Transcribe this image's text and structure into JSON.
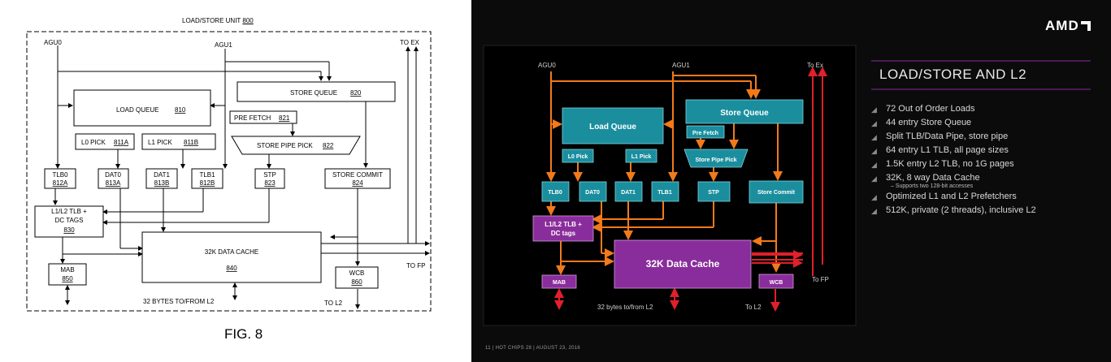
{
  "patent": {
    "title": "LOAD/STORE UNIT",
    "title_ref": "800",
    "figure": "FIG. 8",
    "agu0": "AGU0",
    "agu1": "AGU1",
    "to_ex": "TO EX",
    "to_fp": "TO FP",
    "to_l2": "TO L2",
    "bytes": "32 BYTES TO/FROM L2",
    "load_queue": {
      "label": "LOAD QUEUE",
      "ref": "810"
    },
    "store_queue": {
      "label": "STORE QUEUE",
      "ref": "820"
    },
    "prefetch": {
      "label": "PRE FETCH",
      "ref": "821"
    },
    "store_pipe_pick": {
      "label": "STORE PIPE PICK",
      "ref": "822"
    },
    "l0_pick": {
      "label": "L0 PICK",
      "ref": "811A"
    },
    "l1_pick": {
      "label": "L1 PICK",
      "ref": "811B"
    },
    "tlb0": {
      "label": "TLB0",
      "ref": "812A"
    },
    "dat0": {
      "label": "DAT0",
      "ref": "813A"
    },
    "dat1": {
      "label": "DAT1",
      "ref": "813B"
    },
    "tlb1": {
      "label": "TLB1",
      "ref": "812B"
    },
    "stp": {
      "label": "STP",
      "ref": "823"
    },
    "store_commit": {
      "label": "STORE COMMIT",
      "ref": "824"
    },
    "l1l2": {
      "line1": "L1/L2 TLB +",
      "line2": "DC TAGS",
      "ref": "830"
    },
    "data_cache": {
      "label": "32K DATA CACHE",
      "ref": "840"
    },
    "mab": {
      "label": "MAB",
      "ref": "850"
    },
    "wcb": {
      "label": "WCB",
      "ref": "860"
    }
  },
  "slide": {
    "agu0": "AGU0",
    "agu1": "AGU1",
    "to_ex": "To Ex",
    "to_fp": "To FP",
    "to_l2": "To L2",
    "bytes": "32 bytes to/from L2",
    "load_queue": "Load Queue",
    "store_queue": "Store Queue",
    "prefetch": "Pre Fetch",
    "store_pipe_pick": "Store Pipe Pick",
    "l0_pick": "L0 Pick",
    "l1_pick": "L1 Pick",
    "tlb0": "TLB0",
    "dat0": "DAT0",
    "dat1": "DAT1",
    "tlb1": "TLB1",
    "stp": "STP",
    "store_commit": "Store Commit",
    "l1l2_line1": "L1/L2 TLB +",
    "l1l2_line2": "DC tags",
    "data_cache": "32K Data Cache",
    "mab": "MAB",
    "wcb": "WCB",
    "title": "LOAD/STORE AND L2",
    "logo": "AMD",
    "footer": "11  |  HOT CHIPS 28  |  AUGUST 23, 2016",
    "bullets": [
      {
        "text": "72 Out of Order Loads"
      },
      {
        "text": "44 entry Store Queue"
      },
      {
        "text": "Split TLB/Data Pipe, store pipe"
      },
      {
        "text": "64 entry L1 TLB, all page sizes"
      },
      {
        "text": "1.5K entry L2 TLB, no 1G pages"
      },
      {
        "text": "32K, 8 way Data Cache",
        "sub": "Supports two 128-bit accesses"
      },
      {
        "text": "Optimized L1 and L2 Prefetchers"
      },
      {
        "text": "512K, private (2 threads), inclusive L2"
      }
    ],
    "colors": {
      "teal": "#1b8e9e",
      "purple": "#8a2d9c",
      "orange": "#f27a1a",
      "red": "#e0202a"
    }
  }
}
